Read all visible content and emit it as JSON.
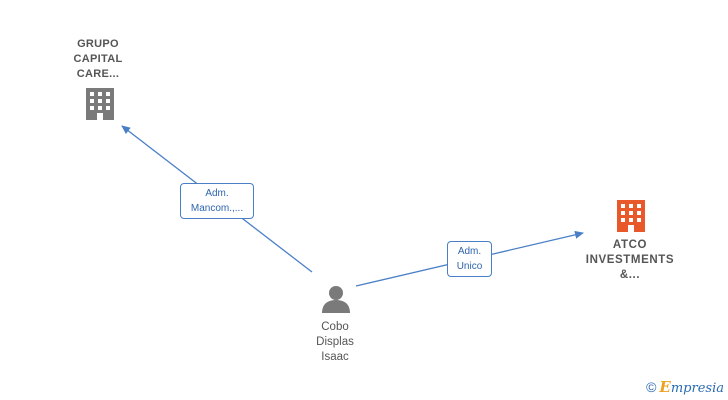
{
  "nodes": {
    "company_top": {
      "label": "GRUPO\nCAPITAL\nCARE...",
      "icon": "building-icon",
      "color": "#777777"
    },
    "company_right": {
      "label": "ATCO\nINVESTMENTS\n&...",
      "icon": "building-icon",
      "color": "#e8582a"
    },
    "person": {
      "label": "Cobo\nDisplas\nIsaac",
      "icon": "person-icon",
      "color": "#777777"
    }
  },
  "edges": {
    "to_top": {
      "label": "Adm.\nMancom.,...",
      "color": "#4a7fc8"
    },
    "to_right": {
      "label": "Adm.\nUnico",
      "color": "#4a7fc8"
    }
  },
  "watermark": {
    "copyright": "©",
    "brand_initial": "E",
    "brand_rest": "mpresia"
  }
}
